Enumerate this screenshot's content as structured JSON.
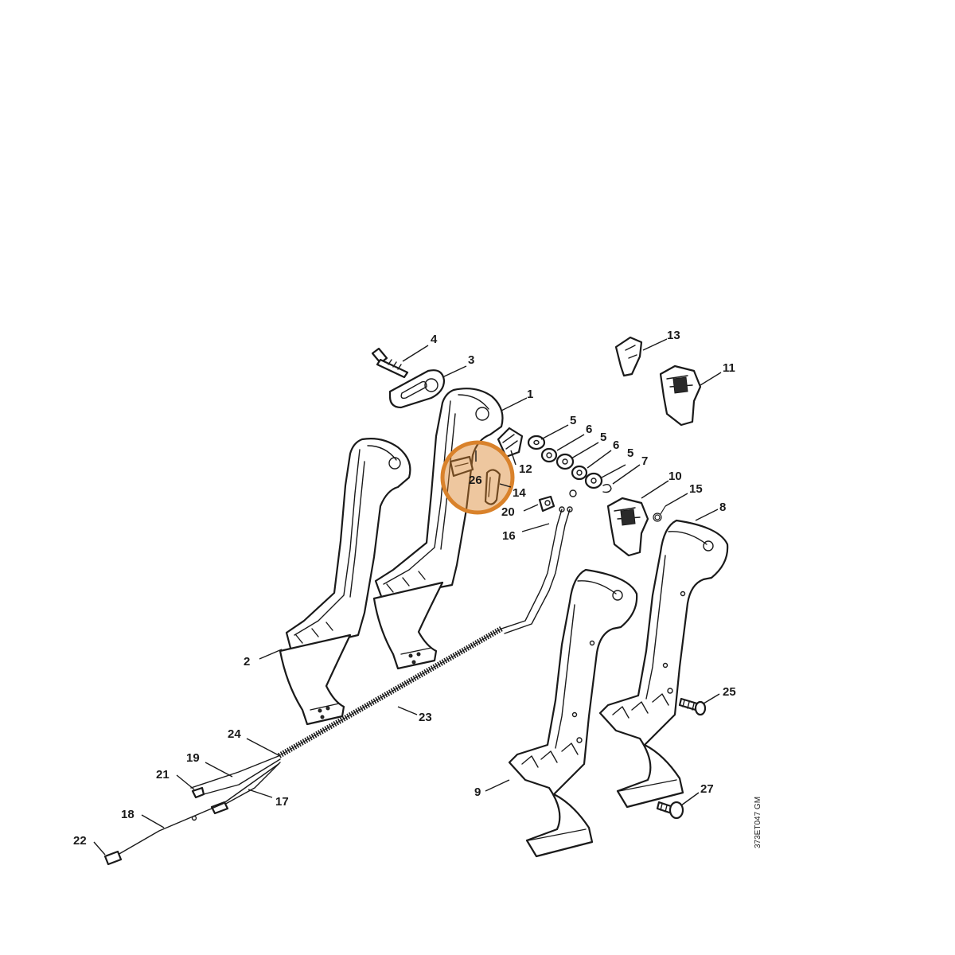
{
  "callouts": {
    "c1": "1",
    "c2": "2",
    "c3": "3",
    "c4": "4",
    "c5a": "5",
    "c5b": "5",
    "c5c": "5",
    "c6a": "6",
    "c6b": "6",
    "c7": "7",
    "c8": "8",
    "c9": "9",
    "c10": "10",
    "c11": "11",
    "c12": "12",
    "c13": "13",
    "c14": "14",
    "c15": "15",
    "c16": "16",
    "c17": "17",
    "c18": "18",
    "c19": "19",
    "c20": "20",
    "c21": "21",
    "c22": "22",
    "c23": "23",
    "c24": "24",
    "c25": "25",
    "c26": "26",
    "c27": "27"
  },
  "reference_code": "373ET047 GM",
  "highlight": {
    "part": "26",
    "color": "#d9822b"
  }
}
